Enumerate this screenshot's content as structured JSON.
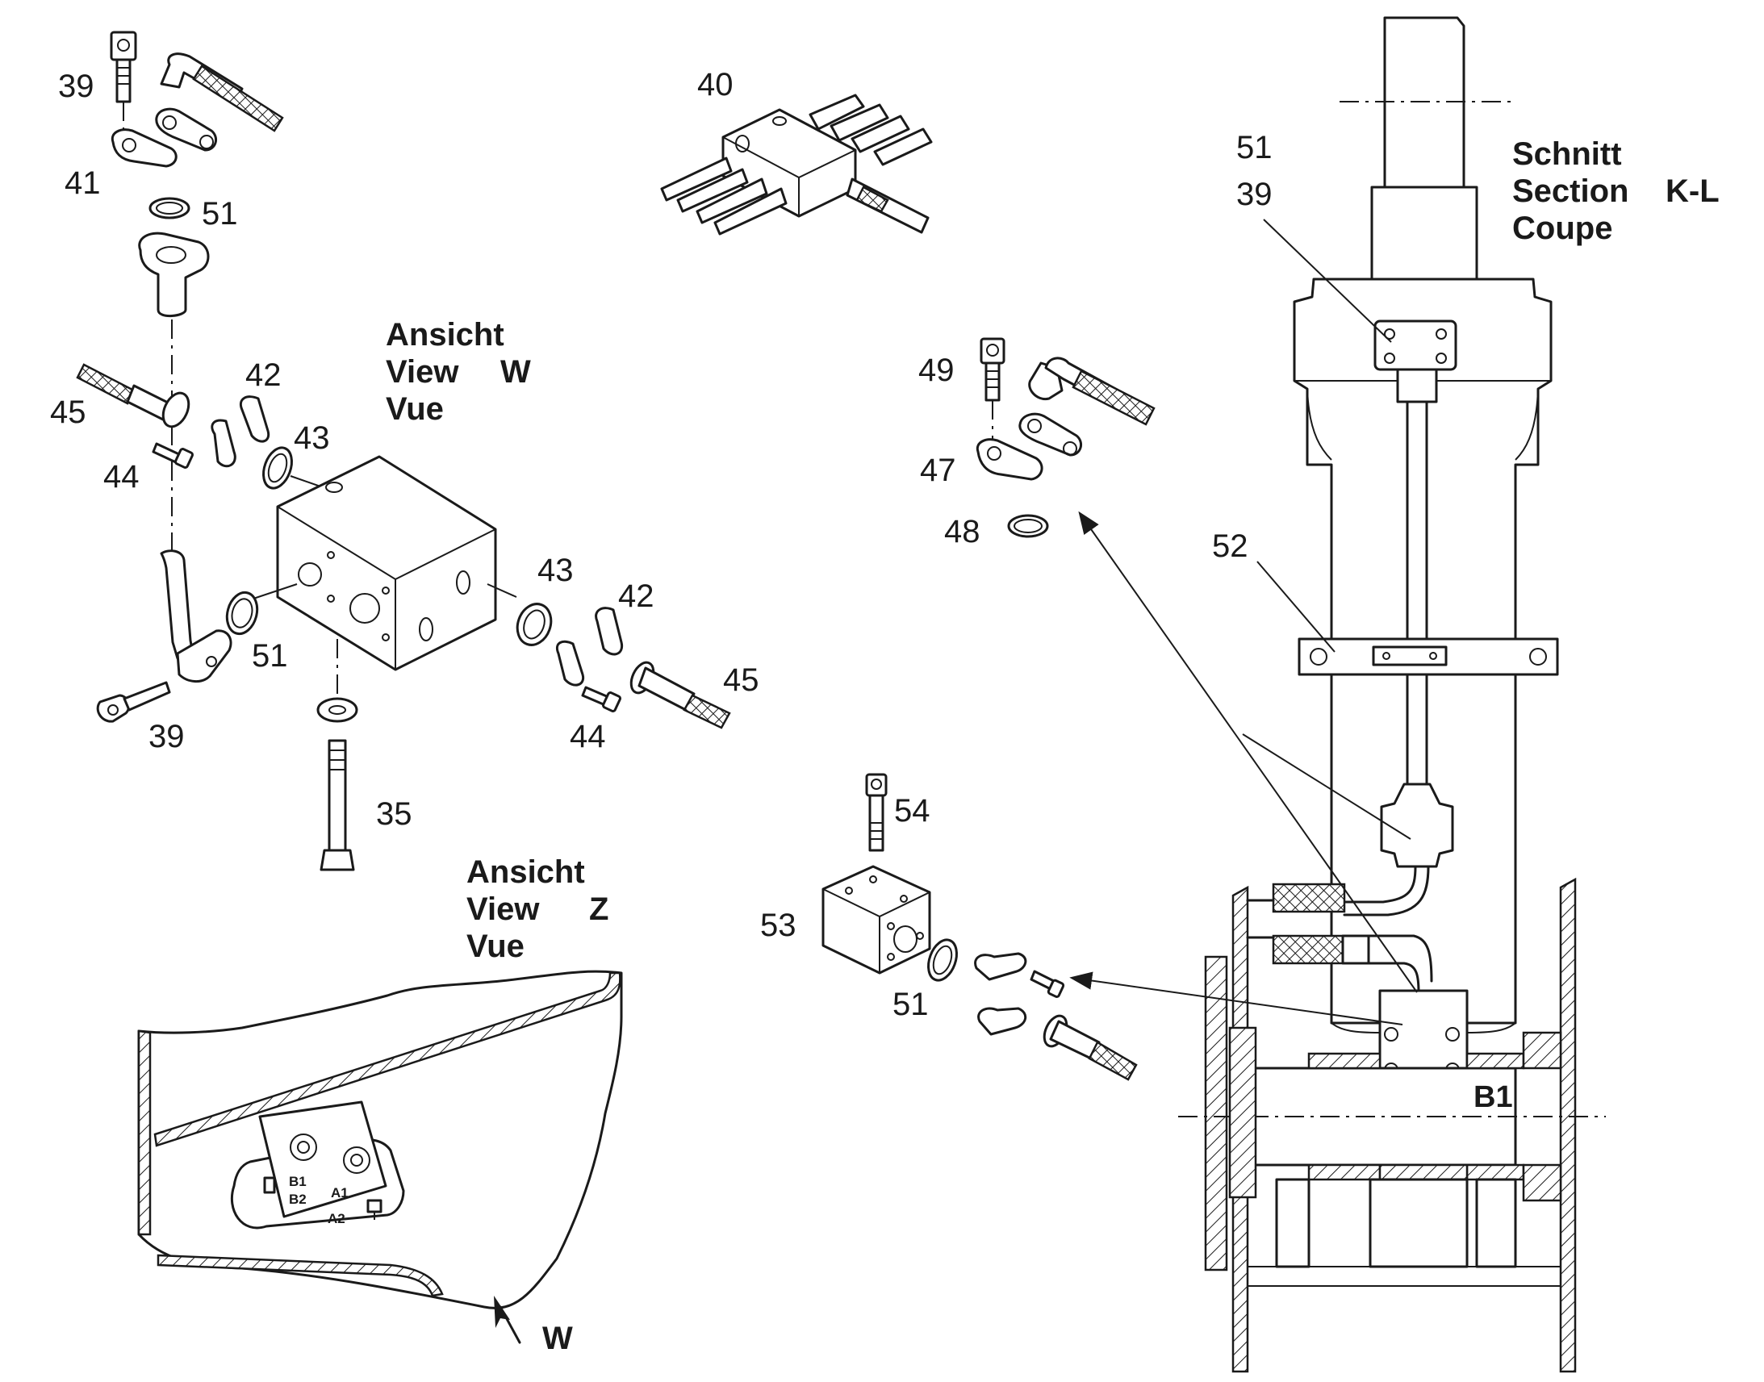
{
  "views": {
    "view_w": {
      "line1": "Ansicht",
      "line2": "View",
      "letter": "W",
      "line3": "Vue"
    },
    "view_z": {
      "line1": "Ansicht",
      "line2": "View",
      "letter": "Z",
      "line3": "Vue"
    },
    "section": {
      "line1": "Schnitt",
      "line2": "Section",
      "letter": "K-L",
      "line3": "Coupe"
    }
  },
  "arrow_w_label": "W",
  "block_marks": {
    "b1": "B1",
    "b2": "B2",
    "a1": "A1",
    "a2": "A2"
  },
  "section_mark": "B1",
  "callouts": {
    "c39_top": "39",
    "c41": "41",
    "c51_top": "51",
    "c45_left": "45",
    "c42_left": "42",
    "c43_left": "43",
    "c44_left": "44",
    "c51_mid": "51",
    "c39_low": "39",
    "c43_right": "43",
    "c42_right": "42",
    "c45_right": "45",
    "c44_right": "44",
    "c35": "35",
    "c40": "40",
    "c49": "49",
    "c47": "47",
    "c48": "48",
    "c51_sec": "51",
    "c39_sec": "39",
    "c52": "52",
    "c54": "54",
    "c53": "53",
    "c51_low": "51"
  }
}
